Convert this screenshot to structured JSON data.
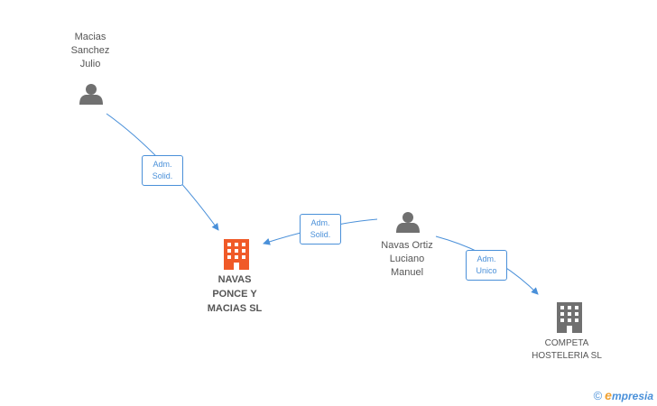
{
  "persons": [
    {
      "name_lines": [
        "Macias",
        "Sanchez",
        "Julio"
      ]
    },
    {
      "name_lines": [
        "Navas Ortiz",
        "Luciano",
        "Manuel"
      ]
    }
  ],
  "companies": [
    {
      "name_lines": [
        "NAVAS",
        "PONCE Y",
        "MACIAS SL"
      ],
      "color": "#f05a28"
    },
    {
      "name_lines": [
        "COMPETA",
        "HOSTELERIA SL"
      ],
      "color": "#707070"
    }
  ],
  "edges": [
    {
      "label_lines": [
        "Adm.",
        "Solid."
      ]
    },
    {
      "label_lines": [
        "Adm.",
        "Solid."
      ]
    },
    {
      "label_lines": [
        "Adm.",
        "Unico"
      ]
    }
  ],
  "watermark": {
    "copyright": "©",
    "brand_first": "e",
    "brand_rest": "mpresia"
  },
  "colors": {
    "edge": "#4a90d9",
    "person_icon": "#707070"
  }
}
